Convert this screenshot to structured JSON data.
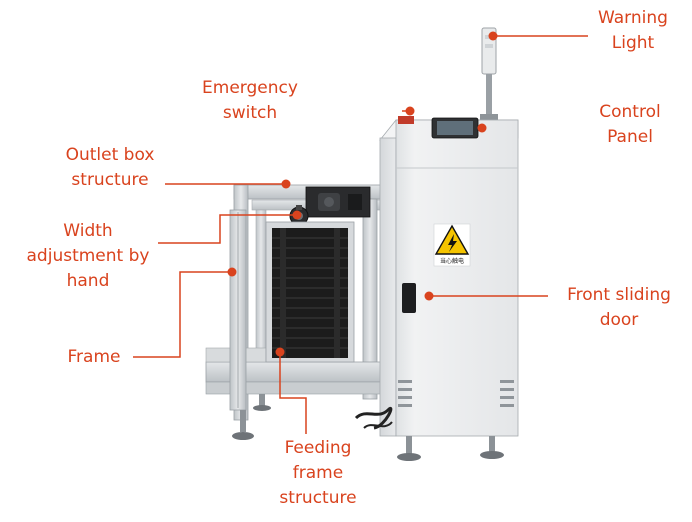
{
  "labels": {
    "warning_light": [
      "Warning",
      "Light"
    ],
    "emergency_switch": [
      "Emergency",
      "switch"
    ],
    "control_panel": [
      "Control",
      "Panel"
    ],
    "outlet_box_structure": [
      "Outlet box",
      "structure"
    ],
    "width_adjustment_by_hand": [
      "Width",
      "adjustment by",
      "hand"
    ],
    "front_sliding_door": [
      "Front sliding",
      "door"
    ],
    "frame": [
      "Frame"
    ],
    "feeding_frame_structure": [
      "Feeding",
      "frame",
      "structure"
    ]
  },
  "sticker_text": "当心触电",
  "colors": {
    "label_text": "#d9431e",
    "leader_line": "#d9431e",
    "cabinet": "#eceeef",
    "frame_aluminum": "#cfd3d6",
    "magazine": "#1c1c1c",
    "warning_sticker": "#f5c400"
  },
  "icons": [
    "electrical-hazard-icon"
  ]
}
